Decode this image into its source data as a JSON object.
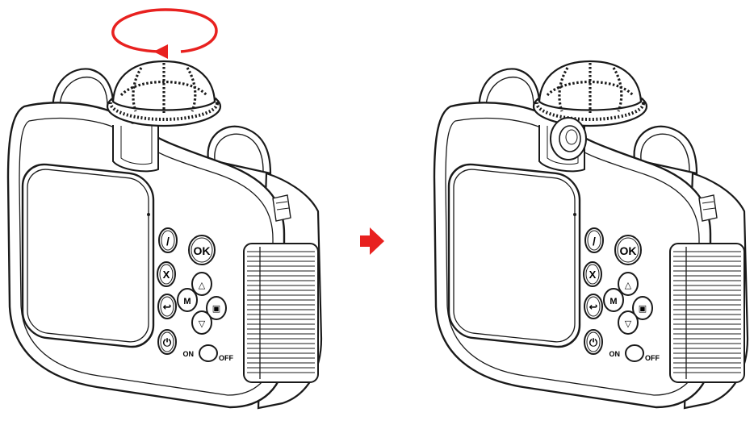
{
  "colors": {
    "line": "#1a1a1a",
    "accent": "#e8211f",
    "fill": "#ffffff"
  },
  "buttons": {
    "ok": "OK",
    "menu": "M",
    "cancel": "X",
    "edit": "/",
    "power": "⏻",
    "up": "△",
    "down": "▽",
    "photo": "▣",
    "back": "↩"
  },
  "switch": {
    "on": "ON",
    "off": "OFF"
  },
  "icons": {
    "rotate": "rotate-counterclockwise-arrow",
    "next": "right-arrow"
  }
}
